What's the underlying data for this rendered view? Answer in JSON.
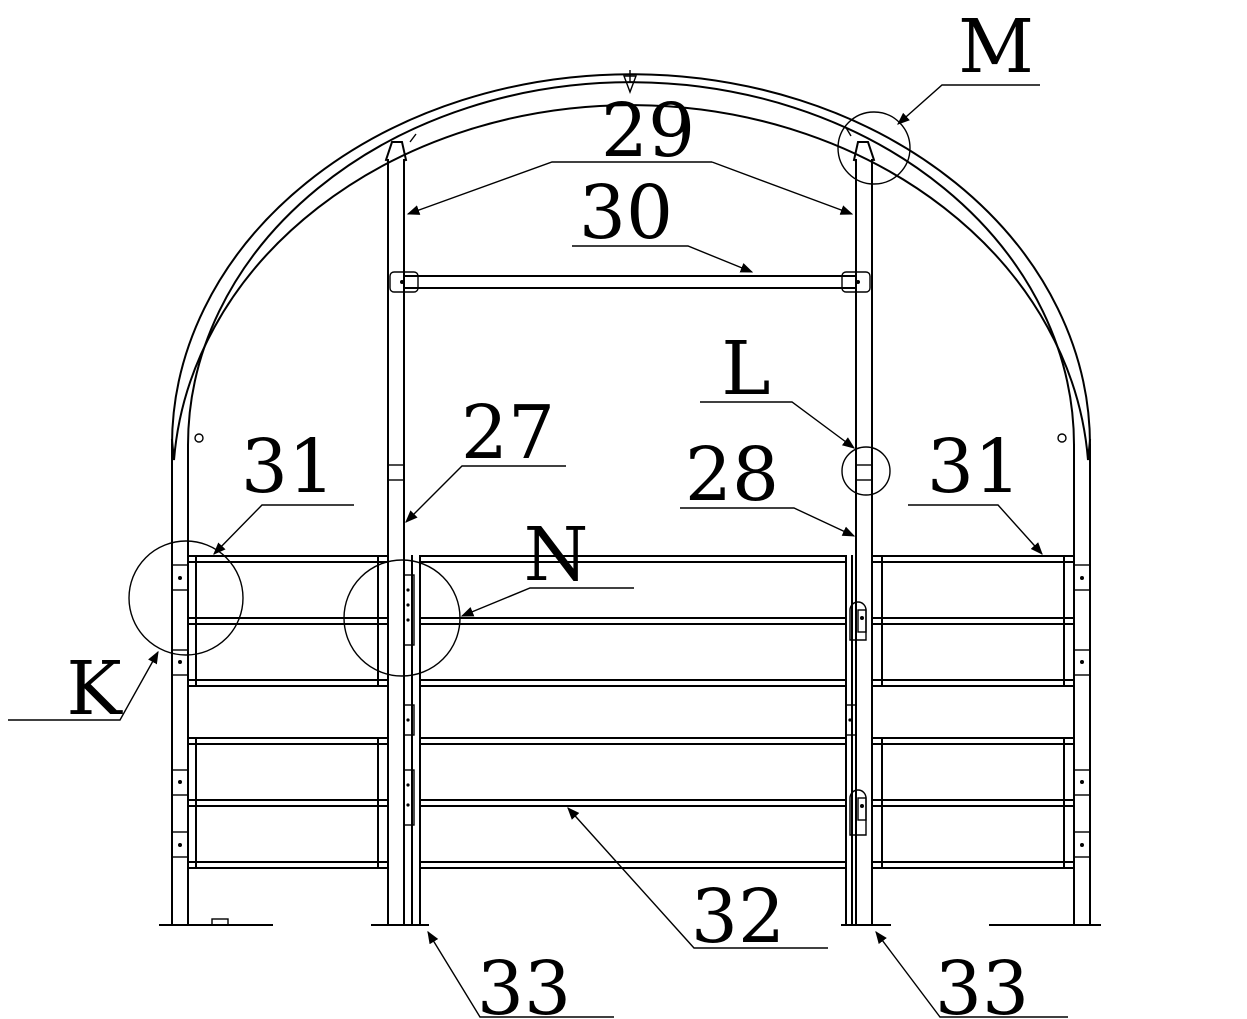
{
  "labels": {
    "M": "M",
    "n29": "29",
    "n30": "30",
    "L": "L",
    "n27": "27",
    "n31_left": "31",
    "n28": "28",
    "n31_right": "31",
    "N": "N",
    "K": "K",
    "n32": "32",
    "n33_left": "33",
    "n33_right": "33"
  }
}
